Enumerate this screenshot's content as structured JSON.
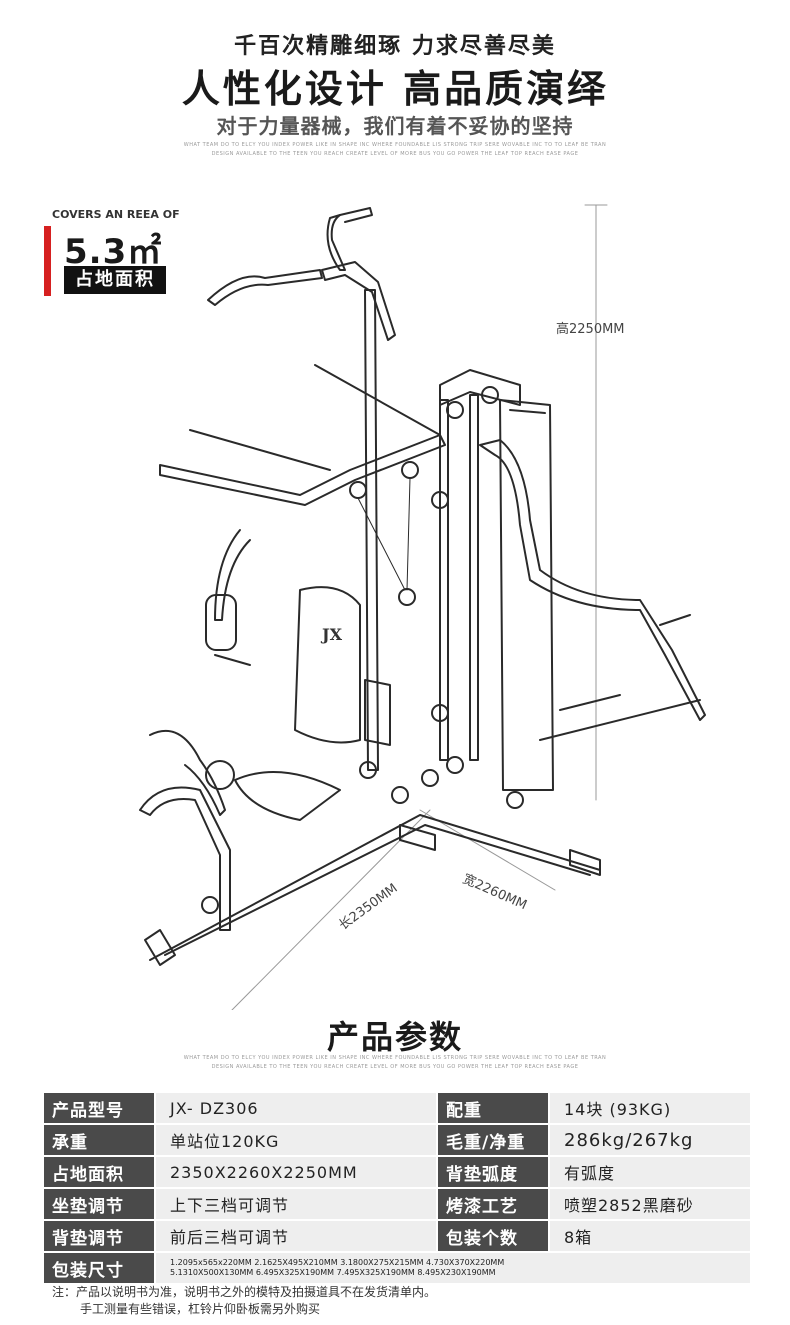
{
  "header": {
    "tagline": "千百次精雕细琢 力求尽善尽美",
    "headline": "人性化设计 高品质演绎",
    "subhead": "对于力量器械，我们有着不妥协的坚持",
    "fineprint_1": "WHAT TEAM DO TO ELCY YOU INDEX POWER LIKE IN SHAPE INC WHERE FOUNDABLE LIS STRONG TRIP SERE WOVABLE INC TO TO LEAF BE TRAN",
    "fineprint_2": "DESIGN AVAILABLE TO THE TEEN YOU REACH CREATE LEVEL OF MORE BUS YOU GO POWER THE LEAF TOP REACH EASE PAGE"
  },
  "area": {
    "caption": "COVERS AN REEA OF",
    "value": "5.3㎡",
    "label": "占地面积"
  },
  "dimensions": {
    "height": "高2250MM",
    "width": "宽2260MM",
    "length": "长2350MM"
  },
  "machine_logo": "JX",
  "section": {
    "title": "产品参数",
    "fineprint_1": "WHAT TEAM DO TO ELCY YOU INDEX POWER LIKE IN SHAPE INC WHERE FOUNDABLE LIS STRONG TRIP SERE WOVABLE INC TO TO LEAF BE TRAN",
    "fineprint_2": "DESIGN AVAILABLE TO THE TEEN YOU REACH CREATE LEVEL OF MORE BUS YOU GO POWER THE LEAF TOP REACH EASE PAGE"
  },
  "specs": {
    "rows": [
      {
        "label1": "产品型号",
        "value1": "JX- DZ306",
        "label2": "配重",
        "value2": "14块 (93KG)"
      },
      {
        "label1": "承重",
        "value1": "单站位120KG",
        "label2": "毛重/净重",
        "value2": "286kg/267kg"
      },
      {
        "label1": "占地面积",
        "value1": "2350X2260X2250MM",
        "label2": "背垫弧度",
        "value2": "有弧度"
      },
      {
        "label1": "坐垫调节",
        "value1": "上下三档可调节",
        "label2": "烤漆工艺",
        "value2": "喷塑2852黑磨砂"
      },
      {
        "label1": "背垫调节",
        "value1": "前后三档可调节",
        "label2": "包装个数",
        "value2": "8箱"
      }
    ],
    "package": {
      "label": "包装尺寸",
      "line1": "1.2095x565x220MM  2.1625X495X210MM  3.1800X275X215MM  4.730X370X220MM",
      "line2": "5.1310X500X130MM  6.495X325X190MM  7.495X325X190MM  8.495X230X190MM"
    }
  },
  "notes": {
    "line1": "注：产品以说明书为准，说明书之外的模特及拍摄道具不在发货清单内。",
    "line2": "手工测量有些错误，杠铃片仰卧板需另外购买"
  },
  "colors": {
    "accent_red": "#d62020",
    "label_bg": "#4a4a4a",
    "value_bg": "#eeeeee",
    "badge_bg": "#111111"
  }
}
